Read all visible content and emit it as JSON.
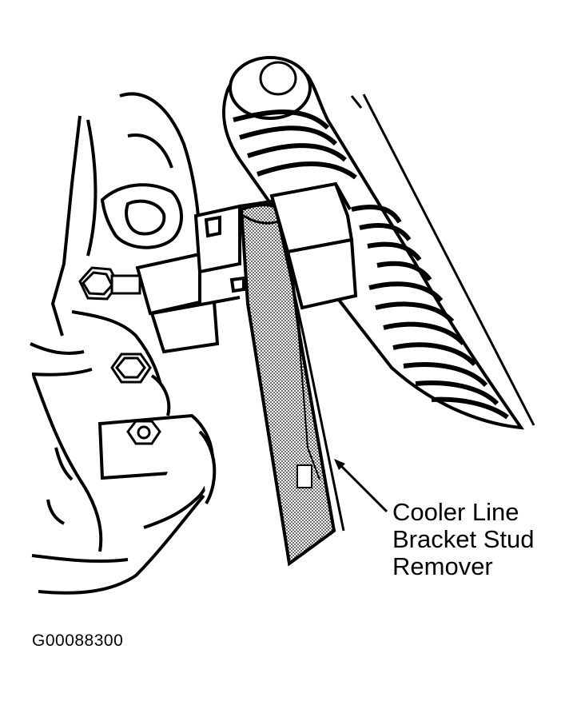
{
  "callout": {
    "lines": [
      "Cooler Line",
      "Bracket Stud",
      "Remover"
    ]
  },
  "figure_id": "G00088300",
  "colors": {
    "ink": "#000000",
    "paper": "#ffffff",
    "tool_shade": "#c8c8c8"
  }
}
